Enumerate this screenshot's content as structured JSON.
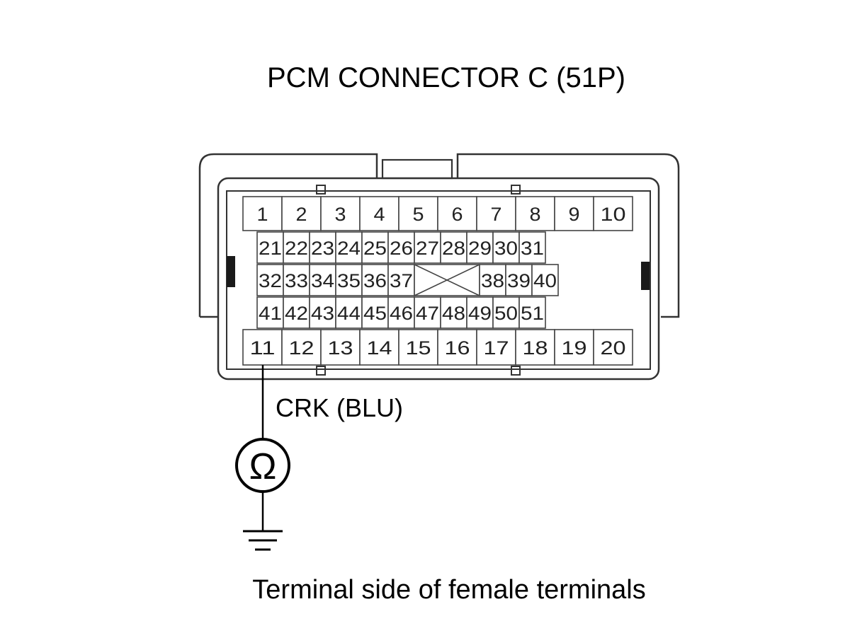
{
  "title": "PCM CONNECTOR C (51P)",
  "wire_label": "CRK (BLU)",
  "meter_symbol": "Ω",
  "meter_icon": "ohmmeter-icon",
  "ground_icon": "ground-icon",
  "footer": "Terminal side of female terminals",
  "connector": {
    "rows": [
      {
        "name": "row-1",
        "pins": [
          "1",
          "2",
          "3",
          "4",
          "5",
          "6",
          "7",
          "8",
          "9",
          "10"
        ]
      },
      {
        "name": "row-2",
        "pins": [
          "21",
          "22",
          "23",
          "24",
          "25",
          "26",
          "27",
          "28",
          "29",
          "30",
          "31"
        ]
      },
      {
        "name": "row-3",
        "pins": [
          "32",
          "33",
          "34",
          "35",
          "36",
          "37",
          "",
          "38",
          "39",
          "40"
        ]
      },
      {
        "name": "row-4",
        "pins": [
          "41",
          "42",
          "43",
          "44",
          "45",
          "46",
          "47",
          "48",
          "49",
          "50",
          "51"
        ]
      },
      {
        "name": "row-5",
        "pins": [
          "11",
          "12",
          "13",
          "14",
          "15",
          "16",
          "17",
          "18",
          "19",
          "20"
        ]
      }
    ],
    "probe_pin": "11"
  }
}
